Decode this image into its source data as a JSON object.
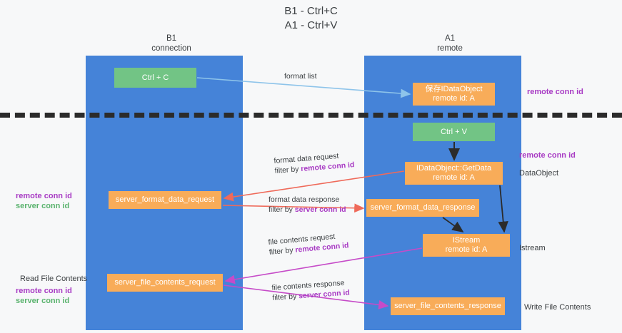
{
  "title": {
    "line1": "B1 - Ctrl+C",
    "line2": "A1 - Ctrl+V"
  },
  "lanes": [
    {
      "id": "b1",
      "name": "B1",
      "sub": "connection"
    },
    {
      "id": "a1",
      "name": "A1",
      "sub": "remote"
    }
  ],
  "nodes": {
    "ctrl_c": {
      "label": "Ctrl + C",
      "color": "#72c485"
    },
    "data_object": {
      "label": "保存IDataObject",
      "sub": "remote id: A",
      "color": "#f8ac59"
    },
    "ctrl_v": {
      "label": "Ctrl + V",
      "color": "#72c485"
    },
    "get_data": {
      "label": "IDataObject::GetData",
      "sub": "remote id: A",
      "color": "#f8ac59"
    },
    "server_format_data_request": {
      "label": "server_format_data_request",
      "color": "#f8ac59"
    },
    "server_format_data_response": {
      "label": "server_format_data_response",
      "color": "#f8ac59"
    },
    "istream": {
      "label": "IStream",
      "sub": "remote id: A",
      "color": "#f8ac59"
    },
    "server_file_contents_request": {
      "label": "server_file_contents_request",
      "color": "#f8ac59"
    },
    "server_file_contents_response": {
      "label": "server_file_contents_response",
      "color": "#f8ac59"
    }
  },
  "edge_labels": {
    "format_list": "format list",
    "format_data_request": "format data request",
    "format_data_request_filter_prefix": "filter by ",
    "format_data_request_filter_key": "remote conn id",
    "format_data_response": "format data response",
    "format_data_response_filter_prefix": "filter by ",
    "format_data_response_filter_key": "server conn id",
    "file_contents_request": "file contents request",
    "file_contents_request_filter_prefix": "filter by ",
    "file_contents_request_filter_key": "remote conn id",
    "file_contents_response": "file contents response",
    "file_contents_response_filter_prefix": "filter by ",
    "file_contents_response_filter_key": "server conn id"
  },
  "annotations": {
    "right_remote_conn_id_top": "remote conn id",
    "right_remote_conn_id_mid": "remote conn id",
    "right_dataobject": "DataObject",
    "right_istream": "Istream",
    "right_write_file_contents": "Write File Contents",
    "left_remote_conn_id": "remote conn id",
    "left_server_conn_id": "server conn id",
    "left_read_file_contents": "Read File Contents",
    "left_remote_conn_id_2": "remote conn id",
    "left_server_conn_id_2": "server conn id"
  },
  "colors": {
    "lane": "#4583d8",
    "green_node": "#72c485",
    "orange_node": "#f8ac59",
    "purple_text": "#a83bc4",
    "green_text": "#5ab36e",
    "arrow_blue": "#8ec4ea",
    "arrow_red": "#ef6a5a",
    "arrow_magenta": "#c64bc8",
    "arrow_black": "#2b2b2b",
    "divider": "#2b2b2b",
    "background": "#f7f8f9"
  }
}
